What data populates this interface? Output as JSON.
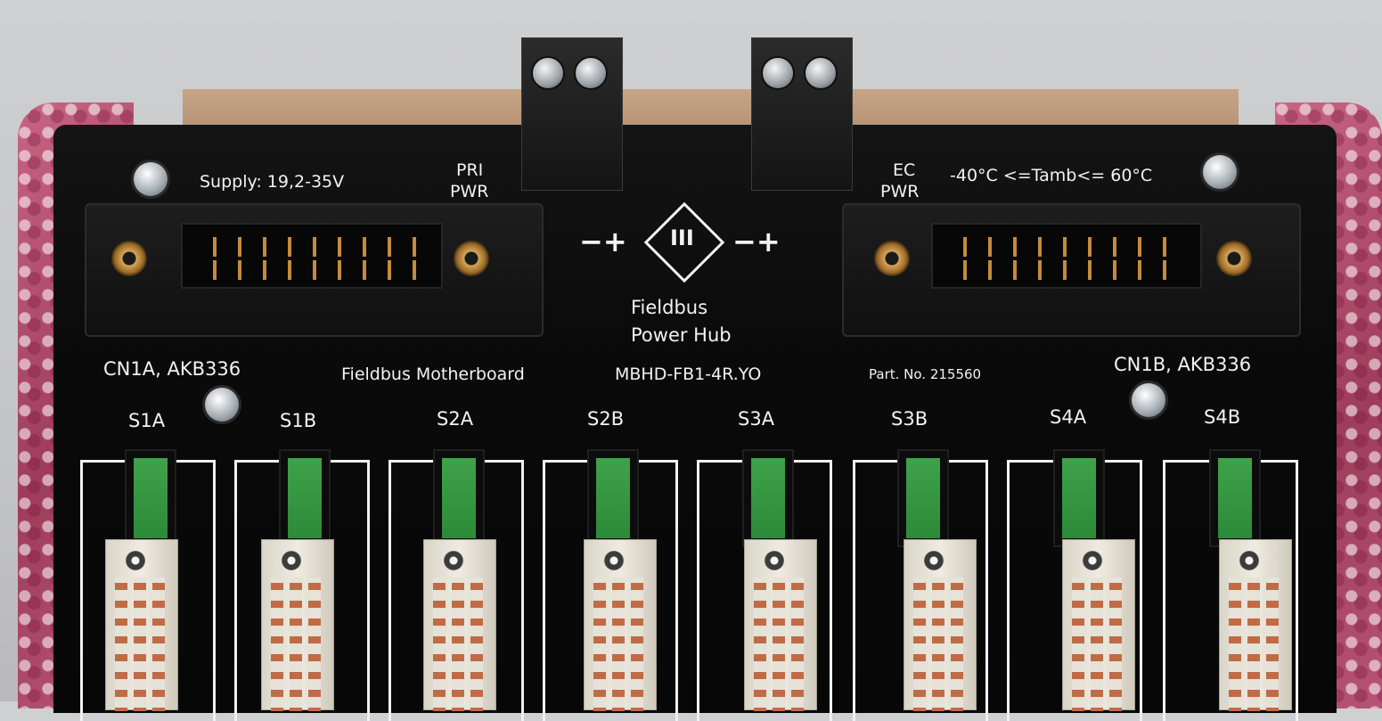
{
  "colors": {
    "board": "#0b0b0b",
    "silkscreen": "#f2f2f2",
    "led_green": "#3fa24a",
    "bubble_wrap": "#b34d6f",
    "connector_body": "#e8e4da"
  },
  "top_labels": {
    "supply": "Supply: 19,2-35V",
    "pri_pwr_line1": "PRI",
    "pri_pwr_line2": "PWR",
    "sec_pwr_line1": "EC",
    "sec_pwr_line2": "PWR",
    "temperature": "-40°C <=Tamb<= 60°C",
    "polarity_left": "−+",
    "polarity_right": "−+",
    "symbol": "III"
  },
  "hub": {
    "line1": "Fieldbus",
    "line2": "Power Hub"
  },
  "connectors": {
    "left": "CN1A, AKB336",
    "right": "CN1B, AKB336"
  },
  "board_info": {
    "name": "Fieldbus Motherboard",
    "model": "MBHD-FB1-4R.YO",
    "part_no": "Part. No. 215560"
  },
  "slots": [
    {
      "label": "S1A"
    },
    {
      "label": "S1B"
    },
    {
      "label": "S2A"
    },
    {
      "label": "S2B"
    },
    {
      "label": "S3A"
    },
    {
      "label": "S3B"
    },
    {
      "label": "S4A"
    },
    {
      "label": "S4B"
    }
  ]
}
